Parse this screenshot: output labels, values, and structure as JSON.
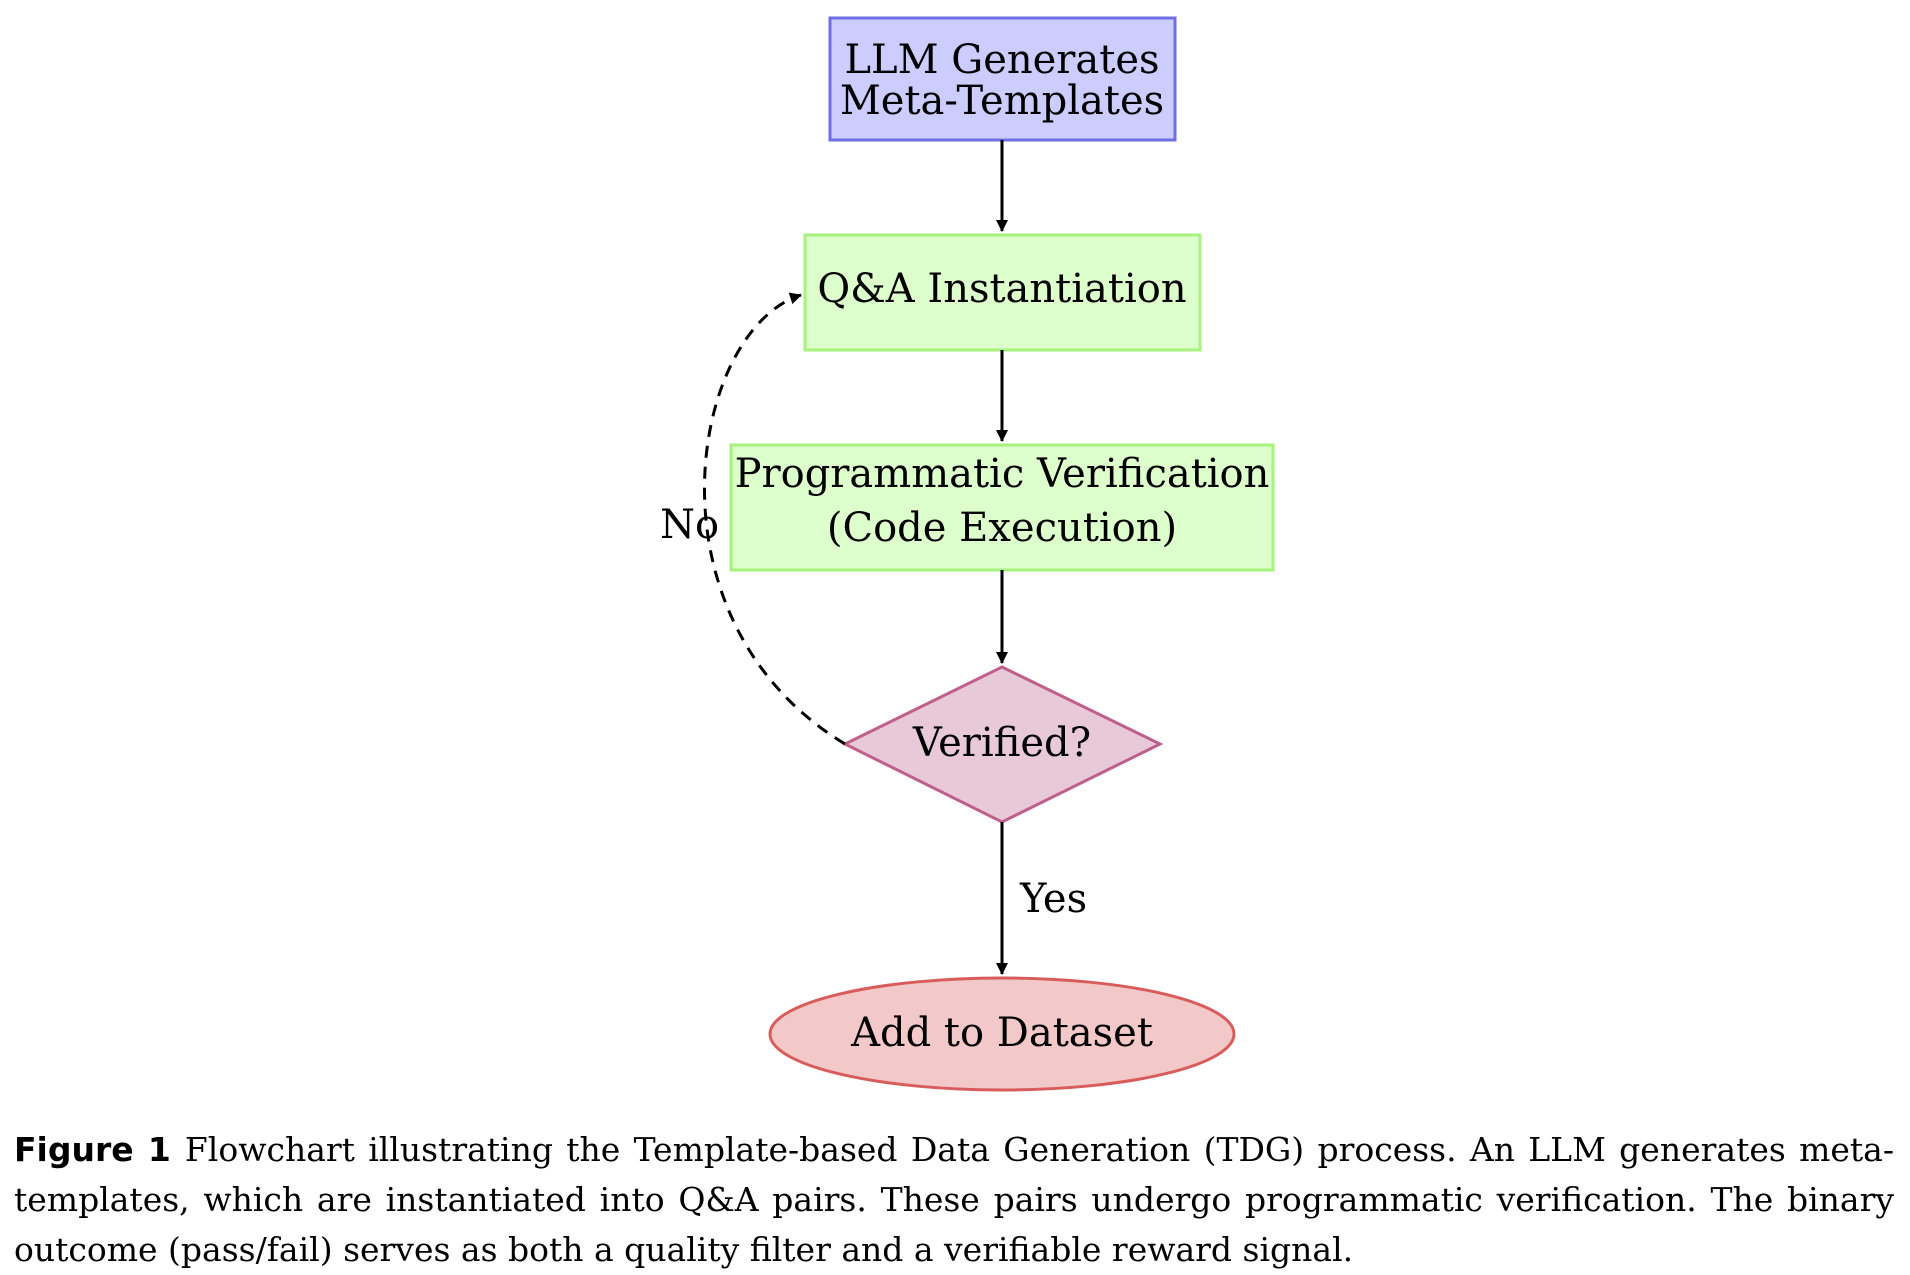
{
  "nodes": {
    "llm": {
      "line1": "LLM Generates",
      "line2": "Meta-Templates",
      "fill": "#ccccff",
      "stroke": "#6e6ee6"
    },
    "qa": {
      "label": "Q&A Instantiation",
      "fill": "#ddffcc",
      "stroke": "#a5f27d"
    },
    "verify": {
      "line1": "Programmatic Verification",
      "line2": "(Code Execution)",
      "fill": "#ddffcc",
      "stroke": "#a5f27d"
    },
    "decision": {
      "label": "Verified?",
      "fill": "#e8c9d8",
      "stroke": "#c0608a"
    },
    "dataset": {
      "label": "Add to Dataset",
      "fill": "#f2c8c8",
      "stroke": "#d95c5c"
    }
  },
  "edges": {
    "yes_label": "Yes",
    "no_label": "No"
  },
  "caption": {
    "label": "Figure 1",
    "text": "Flowchart illustrating the Template-based Data Generation (TDG) process. An LLM generates meta-templates, which are instantiated into Q&A pairs. These pairs undergo programmatic verification. The binary outcome (pass/fail) serves as both a quality filter and a verifiable reward signal."
  }
}
